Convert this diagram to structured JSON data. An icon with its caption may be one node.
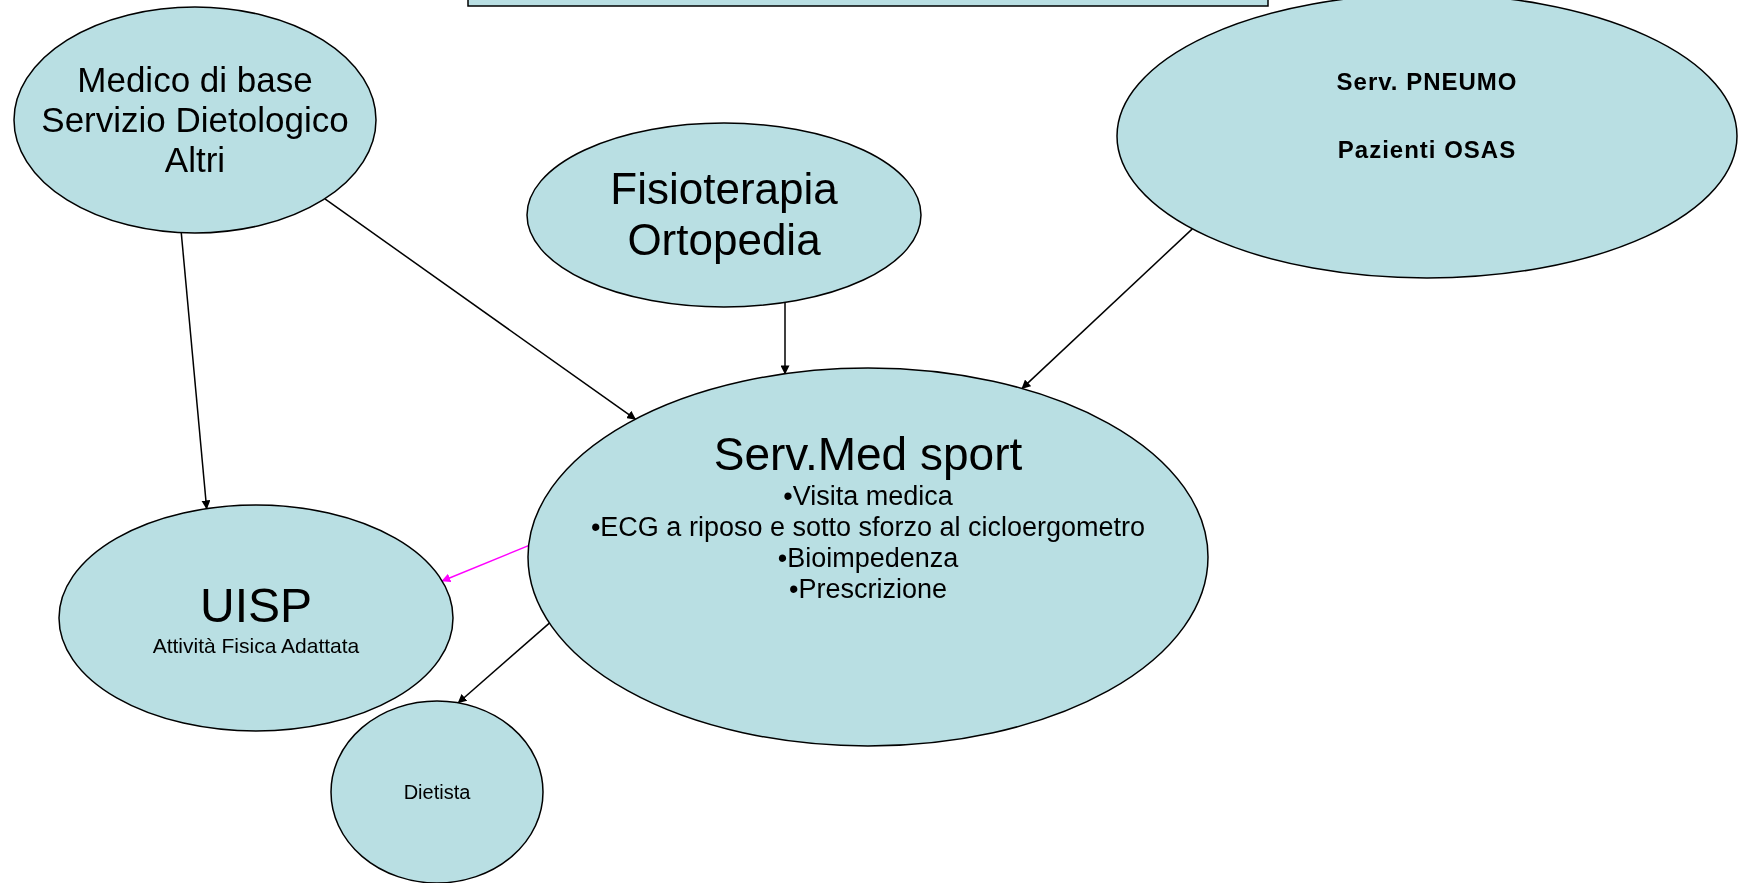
{
  "diagram": {
    "nodes": [
      {
        "text": [
          "Medico di base Servizio Dietologico Altri"
        ]
      },
      {
        "text": [
          "Fisioterapia Ortopedia"
        ]
      },
      {
        "text": [
          "Serv. PNEUMO",
          "Pazienti OSAS"
        ]
      },
      {
        "text": [
          "Serv.Med sport",
          "•Visita medica",
          "•ECG a riposo e sotto sforzo al cicloergometro",
          "•Bioimpedenza",
          "•Prescrizione"
        ]
      },
      {
        "text": [
          "UISP",
          "Attività Fisica Adattata"
        ]
      },
      {
        "text": [
          "Dietista"
        ]
      }
    ],
    "edges": [
      {
        "from": 0,
        "to": 4,
        "arrow": "to"
      },
      {
        "from": 0,
        "to": 3,
        "arrow": "to"
      },
      {
        "from": 1,
        "to": 3,
        "arrow": "to"
      },
      {
        "from": 2,
        "to": 3,
        "arrow": "to"
      },
      {
        "from": 3,
        "to": 4,
        "arrow": "to",
        "color": "#ff00ff"
      },
      {
        "from": 3,
        "to": 5,
        "arrow": "to"
      }
    ]
  }
}
